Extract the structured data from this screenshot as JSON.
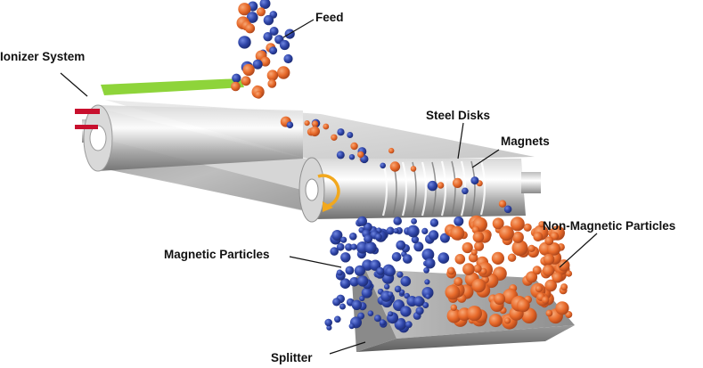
{
  "labels": {
    "feed": "Feed",
    "ionizer": "Ionizer System",
    "steel_disks": "Steel Disks",
    "magnets": "Magnets",
    "magnetic": "Magnetic Particles",
    "non_magnetic": "Non-Magnetic Particles",
    "splitter": "Splitter"
  },
  "colors": {
    "magnetic_particle": "#2f45a8",
    "non_magnetic_particle": "#e86a2a",
    "ionizer_bar": "#8ed43a",
    "ionizer_electrode": "#c8102e",
    "rotation_arrow": "#f2a81d"
  },
  "icons": {
    "rotation": "curved-arrow-icon"
  }
}
